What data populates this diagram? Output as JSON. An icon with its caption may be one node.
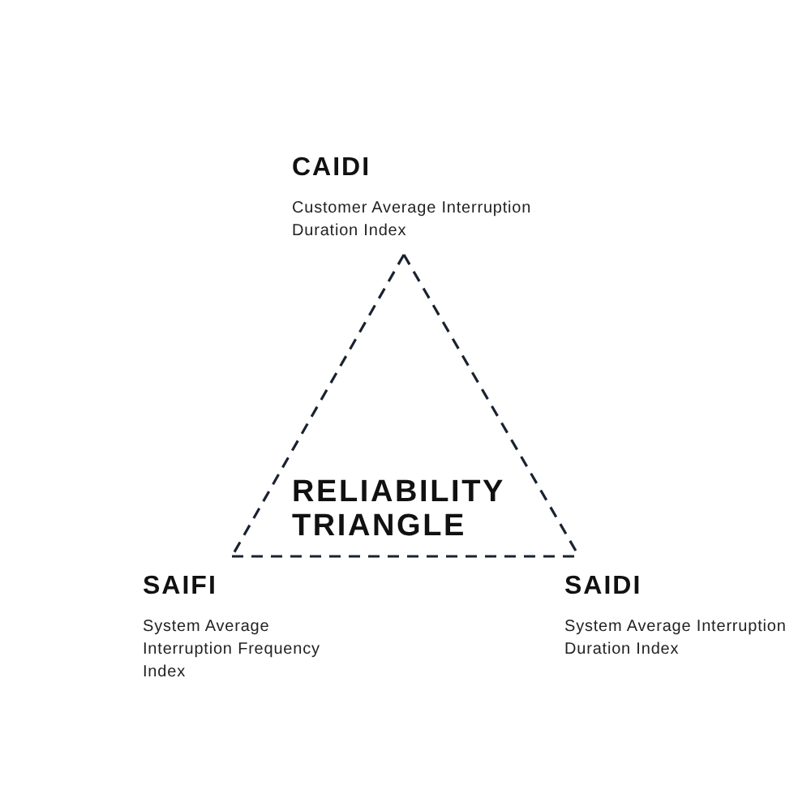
{
  "diagram": {
    "nodes": [
      {
        "text": [
          "CAIDI",
          "Customer Average Interruption Duration Index"
        ]
      },
      {
        "text": [
          "SAIFI",
          "System Average Interruption Frequency Index"
        ]
      },
      {
        "text": [
          "SAIDI",
          "System Average Interruption Duration Index"
        ]
      }
    ],
    "edges": [
      {
        "from": 0,
        "to": 1,
        "arrow": "none",
        "style": "dashed"
      },
      {
        "from": 0,
        "to": 2,
        "arrow": "none",
        "style": "dashed"
      },
      {
        "from": 1,
        "to": 2,
        "arrow": "none",
        "style": "dashed"
      }
    ],
    "labels": [
      "RELIABILITY TRIANGLE"
    ]
  }
}
